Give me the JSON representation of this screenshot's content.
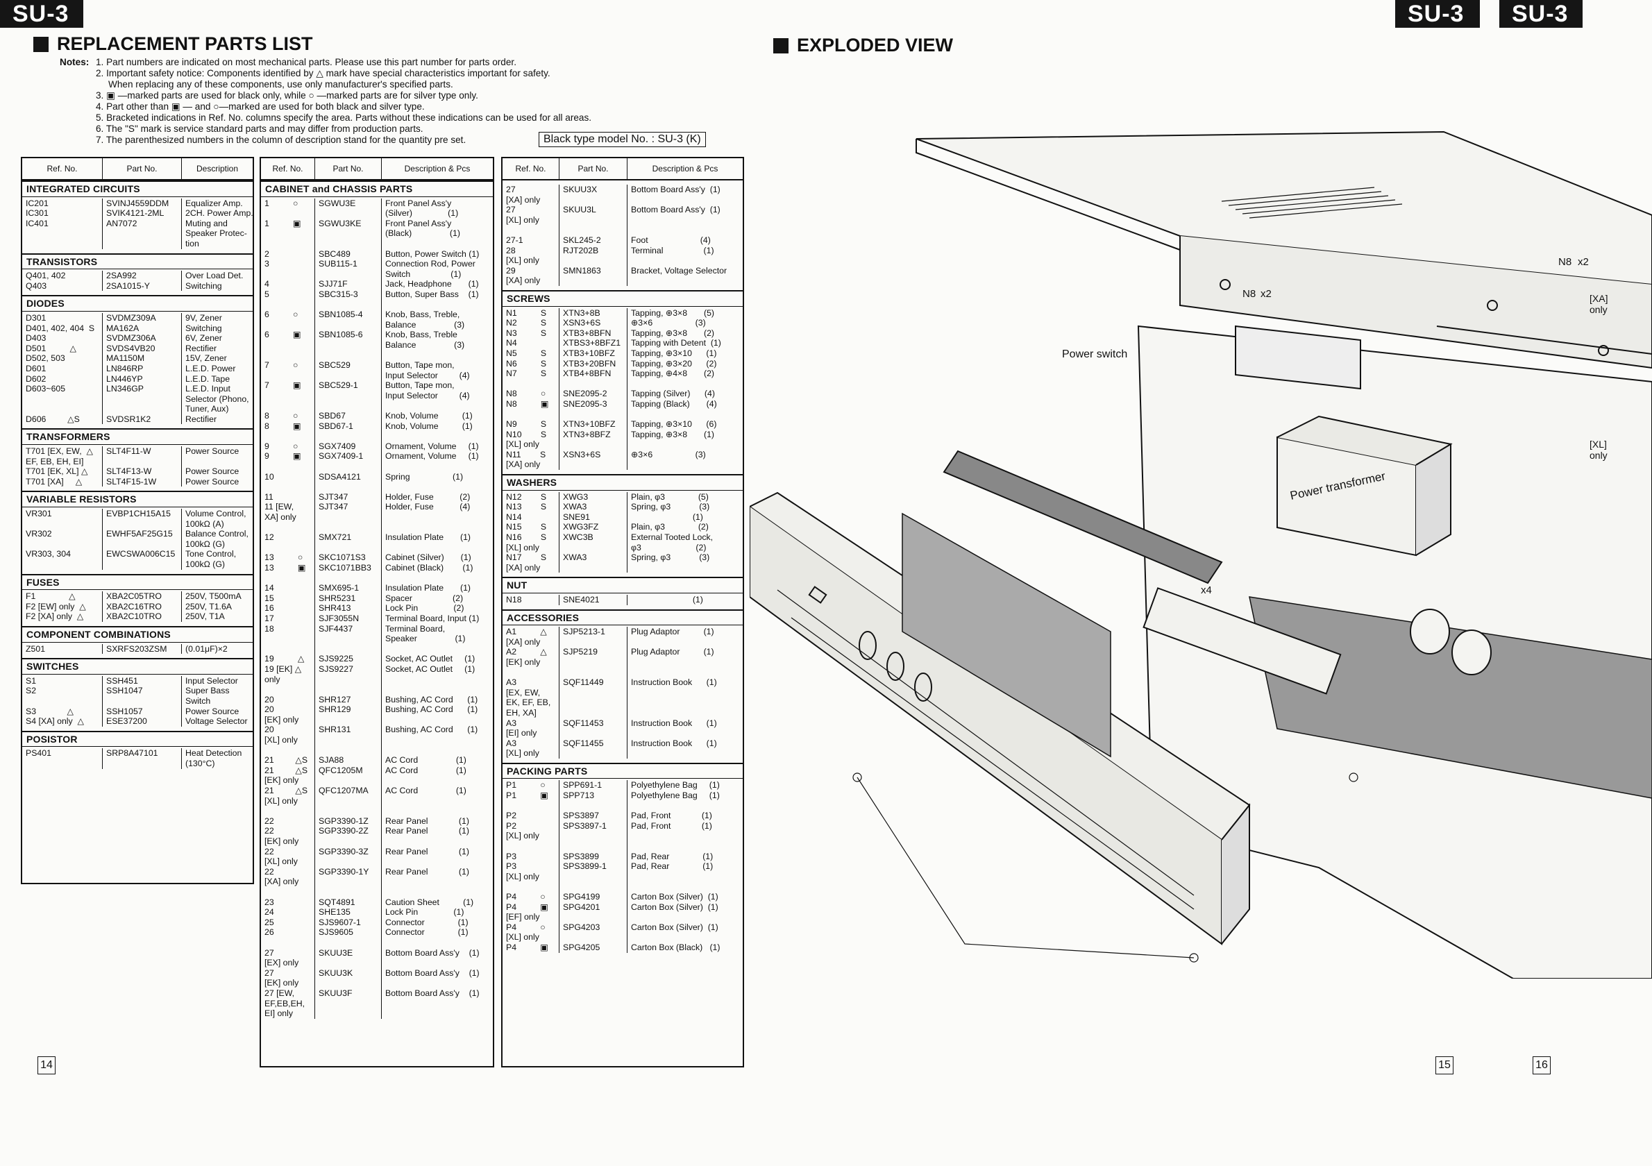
{
  "tags": {
    "left": "SU-3",
    "right_a": "SU-3",
    "right_b": "SU-3"
  },
  "headings": {
    "parts": "REPLACEMENT PARTS LIST",
    "exploded": "EXPLODED VIEW"
  },
  "notes": {
    "lead": "Notes:",
    "items": [
      "1. Part numbers are indicated on most mechanical parts. Please use this part number for parts order.",
      "2. Important safety notice: Components identified by △ mark have special characteristics important for safety.",
      "When replacing any of these components, use only manufacturer's specified parts.",
      "3. ▣ —marked parts are used for black only, while ○ —marked parts are for silver type only.",
      "4. Part other than ▣ — and ○—marked are used for both black and silver type.",
      "5. Bracketed indications in Ref. No. columns specify the area. Parts without these indications can be used for all areas.",
      "6. The \"S\" mark is service standard parts and may differ from production parts.",
      "7. The parenthesized numbers in the column of description stand for the quantity pre set."
    ],
    "model_box": "Black type model No. : SU-3 (K)"
  },
  "col1": {
    "headers": [
      "Ref. No.",
      "Part No.",
      "Description"
    ],
    "sections": [
      {
        "title": "INTEGRATED CIRCUITS",
        "ref": "IC201\nIC301\nIC401\n\n",
        "part": "SVINJ4559DDM\nSVIK4121-2ML\nAN7072\n\n",
        "desc": "Equalizer Amp.\n2CH. Power Amp.\nMuting and\nSpeaker Protec-\ntion"
      },
      {
        "title": "TRANSISTORS",
        "ref": "Q401, 402\nQ403",
        "part": "2SA992\n2SA1015-Y",
        "desc": "Over Load Det.\nSwitching"
      },
      {
        "title": "DIODES",
        "ref": "D301\nD401, 402, 404  S\nD403\nD501          △\nD502, 503\nD601\nD602\nD603~605\n\n\nD606         △S",
        "part": "SVDMZ309A\nMA162A\nSVDMZ306A\nSVDS4VB20\nMA1150M\nLN846RP\nLN446YP\nLN346GP\n\n\nSVDSR1K2",
        "desc": "9V, Zener\nSwitching\n6V, Zener\nRectifier\n15V, Zener\nL.E.D. Power\nL.E.D. Tape\nL.E.D. Input\nSelector (Phono,\nTuner, Aux)\nRectifier"
      },
      {
        "title": "TRANSFORMERS",
        "ref": "T701 [EX, EW,  △\nEF, EB, EH, EI]\nT701 [EK, XL] △\nT701 [XA]     △",
        "part": "SLT4F11-W\n\nSLT4F13-W\nSLT4F15-1W",
        "desc": "Power Source\n\nPower Source\nPower Source"
      },
      {
        "title": "VARIABLE RESISTORS",
        "ref": "VR301\n\nVR302\n\nVR303, 304",
        "part": "EVBP1CH15A15\n\nEWHF5AF25G15\n\nEWCSWA006C15",
        "desc": "Volume Control,\n100kΩ (A)\nBalance Control,\n100kΩ (G)\nTone Control,\n100kΩ (G)"
      },
      {
        "title": "FUSES",
        "ref": "F1              △\nF2 [EW] only  △\nF2 [XA] only  △",
        "part": "XBA2C05TRO\nXBA2C16TRO\nXBA2C10TRO",
        "desc": "250V, T500mA\n250V, T1.6A\n250V, T1A"
      },
      {
        "title": "COMPONENT COMBINATIONS",
        "ref": "Z501",
        "part": "SXRFS203ZSM",
        "desc": "(0.01μF)×2"
      },
      {
        "title": "SWITCHES",
        "ref": "S1\nS2\n\nS3             △\nS4 [XA] only  △",
        "part": "SSH451\nSSH1047\n\nSSH1057\nESE37200",
        "desc": "Input Selector\nSuper Bass\nSwitch\nPower Source\nVoltage Selector"
      },
      {
        "title": "POSISTOR",
        "ref": "PS401",
        "part": "SRP8A47101",
        "desc": "Heat Detection\n(130°C)"
      }
    ]
  },
  "col2": {
    "headers": [
      "Ref. No.",
      "Part No.",
      "Description & Pcs"
    ],
    "sections": [
      {
        "title": "CABINET  and  CHASSIS PARTS",
        "ref": "1          ○\n\n1          ▣\n\n\n2\n3\n\n4\n5\n\n6          ○\n\n6          ▣\n\n\n7          ○\n\n7          ▣\n\n\n8          ○\n8          ▣\n\n9          ○\n9          ▣\n\n10\n\n11\n11 [EW,\nXA] only\n\n12\n\n13          ○\n13          ▣\n\n14\n15\n16\n17\n18\n\n\n19          △\n19 [EK] △\nonly\n\n20\n20\n[EK] only\n20\n[XL] only\n\n21         △S\n21         △S\n[EK] only\n21         △S\n[XL] only\n\n22\n22\n[EK] only\n22\n[XL] only\n22\n[XA] only\n\n23\n24\n25\n26\n\n27\n[EX] only\n27\n[EK] only\n27 [EW,\nEF,EB,EH,\nEI] only",
        "part": "SGWU3E\n\nSGWU3KE\n\n\nSBC489\nSUB115-1\n\nSJJ71F\nSBC315-3\n\nSBN1085-4\n\nSBN1085-6\n\n\nSBC529\n\nSBC529-1\n\n\nSBD67\nSBD67-1\n\nSGX7409\nSGX7409-1\n\nSDSA4121\n\nSJT347\nSJT347\n\n\nSMX721\n\nSKC1071S3\nSKC1071BB3\n\nSMX695-1\nSHR5231\nSHR413\nSJF3055N\nSJF4437\n\n\nSJS9225\nSJS9227\n\n\nSHR127\nSHR129\n\nSHR131\n\n\nSJA88\nQFC1205M\n\nQFC1207MA\n\n\nSGP3390-1Z\nSGP3390-2Z\n\nSGP3390-3Z\n\nSGP3390-1Y\n\n\nSQT4891\nSHE135\nSJS9607-1\nSJS9605\n\nSKUU3E\n\nSKUU3K\n\nSKUU3F",
        "desc": "Front Panel Ass'y\n(Silver)               (1)\nFront Panel Ass'y\n(Black)                (1)\n\nButton, Power Switch (1)\nConnection Rod, Power\nSwitch                 (1)\nJack, Headphone       (1)\nButton, Super Bass    (1)\n\nKnob, Bass, Treble,\nBalance                (3)\nKnob, Bass, Treble\nBalance                (3)\n\nButton, Tape mon,\nInput Selector         (4)\nButton, Tape mon,\nInput Selector         (4)\n\nKnob, Volume          (1)\nKnob, Volume          (1)\n\nOrnament, Volume     (1)\nOrnament, Volume     (1)\n\nSpring                  (1)\n\nHolder, Fuse           (2)\nHolder, Fuse           (4)\n\n\nInsulation Plate       (1)\n\nCabinet (Silver)       (1)\nCabinet (Black)        (1)\n\nInsulation Plate       (1)\nSpacer                 (2)\nLock Pin               (2)\nTerminal Board, Input (1)\nTerminal Board,\nSpeaker                (1)\n\nSocket, AC Outlet     (1)\nSocket, AC Outlet     (1)\n\n\nBushing, AC Cord      (1)\nBushing, AC Cord      (1)\n\nBushing, AC Cord      (1)\n\n\nAC Cord                (1)\nAC Cord                (1)\n\nAC Cord                (1)\n\n\nRear Panel             (1)\nRear Panel             (1)\n\nRear Panel             (1)\n\nRear Panel             (1)\n\n\nCaution Sheet          (1)\nLock Pin               (1)\nConnector              (1)\nConnector              (1)\n\nBottom Board Ass'y    (1)\n\nBottom Board Ass'y    (1)\n\nBottom Board Ass'y    (1)"
      }
    ]
  },
  "col3": {
    "headers": [
      "Ref. No.",
      "Part No.",
      "Description & Pcs"
    ],
    "top": {
      "ref": "27\n[XA] only\n27\n[XL] only\n\n27-1\n28\n[XL] only\n29\n[XA] only",
      "part": "SKUU3X\n\nSKUU3L\n\n\nSKL245-2\nRJT202B\n\nSMN1863",
      "desc": "Bottom Board Ass'y  (1)\n\nBottom Board Ass'y  (1)\n\n\nFoot                      (4)\nTerminal                 (1)\n\nBracket, Voltage Selector"
    },
    "sections": [
      {
        "title": "SCREWS",
        "ref": "N1          S\nN2          S\nN3          S\nN4\nN5          S\nN6          S\nN7          S\n\nN8          ○\nN8          ▣\n\nN9          S\nN10        S\n[XL] only\nN11        S\n[XA] only",
        "part": "XTN3+8B\nXSN3+6S\nXTB3+8BFN\nXTBS3+8BFZ1\nXTB3+10BFZ\nXTB3+20BFN\nXTB4+8BFN\n\nSNE2095-2\nSNE2095-3\n\nXTN3+10BFZ\nXTN3+8BFZ\n\nXSN3+6S",
        "desc": "Tapping, ⊕3×8       (5)\n⊕3×6                  (3)\nTapping, ⊕3×8       (2)\nTapping with Detent  (1)\nTapping, ⊕3×10      (1)\nTapping, ⊕3×20      (2)\nTapping, ⊕4×8       (2)\n\nTapping (Silver)      (4)\nTapping (Black)       (4)\n\nTapping, ⊕3×10      (6)\nTapping, ⊕3×8       (1)\n\n⊕3×6                  (3)"
      },
      {
        "title": "WASHERS",
        "ref": "N12        S\nN13        S\nN14\nN15        S\nN16        S\n[XL] only\nN17        S\n[XA] only",
        "part": "XWG3\nXWA3\nSNE91\nXWG3FZ\nXWC3B\n\nXWA3",
        "desc": "Plain, φ3              (5)\nSpring, φ3            (3)\n                          (1)\nPlain, φ3              (2)\nExternal Tooted Lock,\nφ3                       (2)\nSpring, φ3            (3)"
      },
      {
        "title": "NUT",
        "ref": "N18",
        "part": "SNE4021",
        "desc": "                          (1)"
      },
      {
        "title": "ACCESSORIES",
        "ref": "A1          △\n[XA] only\nA2          △\n[EK] only\n\nA3\n[EX, EW,\nEK, EF, EB,\nEH, XA]\nA3\n[EI] only\nA3\n[XL] only",
        "part": "SJP5213-1\n\nSJP5219\n\n\nSQF11449\n\n\n\nSQF11453\n\nSQF11455",
        "desc": "Plug Adaptor          (1)\n\nPlug Adaptor          (1)\n\n\nInstruction Book      (1)\n\n\n\nInstruction Book      (1)\n\nInstruction Book      (1)"
      },
      {
        "title": "PACKING  PARTS",
        "ref": "P1          ○\nP1          ▣\n\nP2\nP2\n[XL] only\n\nP3\nP3\n[XL] only\n\nP4          ○\nP4          ▣\n[EF] only\nP4          ○\n[XL] only\nP4          ▣",
        "part": "SPP691-1\nSPP713\n\nSPS3897\nSPS3897-1\n\n\nSPS3899\nSPS3899-1\n\n\nSPG4199\nSPG4201\n\nSPG4203\n\nSPG4205",
        "desc": "Polyethylene Bag     (1)\nPolyethylene Bag     (1)\n\nPad, Front             (1)\nPad, Front             (1)\n\n\nPad, Rear              (1)\nPad, Rear              (1)\n\n\nCarton Box (Silver)  (1)\nCarton Box (Silver)  (1)\n\nCarton Box (Silver)  (1)\n\nCarton Box (Black)   (1)"
      }
    ]
  },
  "diagram_labels": {
    "power_switch": "Power switch",
    "power_transformer": "Power transformer",
    "n8x2_a": "N8",
    "x2_a": "x2",
    "n8x2_b": "N8",
    "x2_b": "x2",
    "x4": "x4",
    "xa_only": "[XA]\nonly",
    "xl_only": "[XL]\nonly"
  },
  "page_numbers": {
    "p14": "14",
    "p15": "15",
    "p16": "16"
  }
}
